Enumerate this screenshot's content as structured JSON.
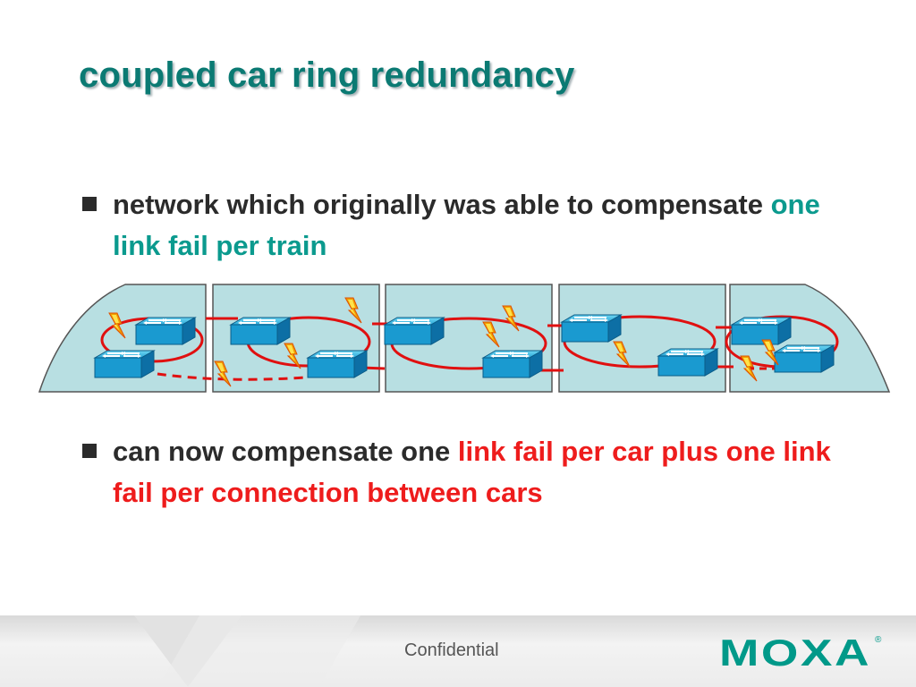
{
  "slide": {
    "title": "coupled car ring redundancy"
  },
  "bullets": [
    {
      "text_plain": "network which originally was able to compensate ",
      "text_highlight": "one link fail per train",
      "highlight_color": "#0b9a8e"
    },
    {
      "text_plain": "can now compensate one ",
      "text_highlight": "link fail per car plus one link fail per connection between cars",
      "highlight_color": "#ee1c1c"
    }
  ],
  "diagram": {
    "car_fill": "#b8dfe2",
    "ring_color": "#e01010",
    "switch_icon": "network-switch-icon",
    "fault_icon": "lightning-bolt-icon"
  },
  "footer": {
    "confidential": "Confidential",
    "logo_text": "MOXA",
    "logo_mark": "®",
    "logo_color": "#009989"
  }
}
